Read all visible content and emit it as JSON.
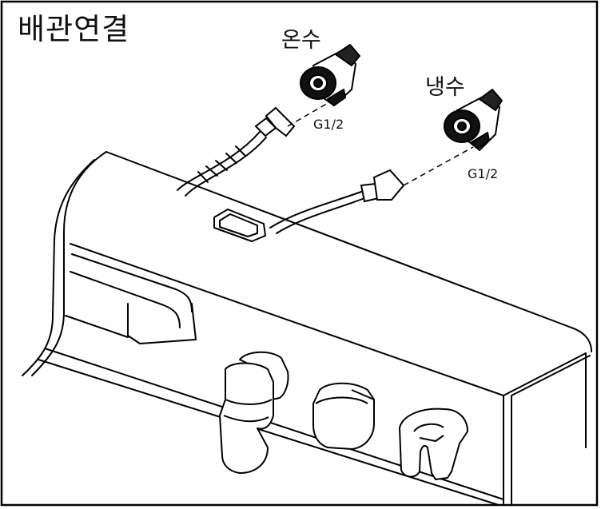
{
  "title": "배관연결",
  "hot_water_label": "온수",
  "cold_water_label": "냉수",
  "hot_thread_label": "G1/2",
  "cold_thread_label": "G1/2"
}
